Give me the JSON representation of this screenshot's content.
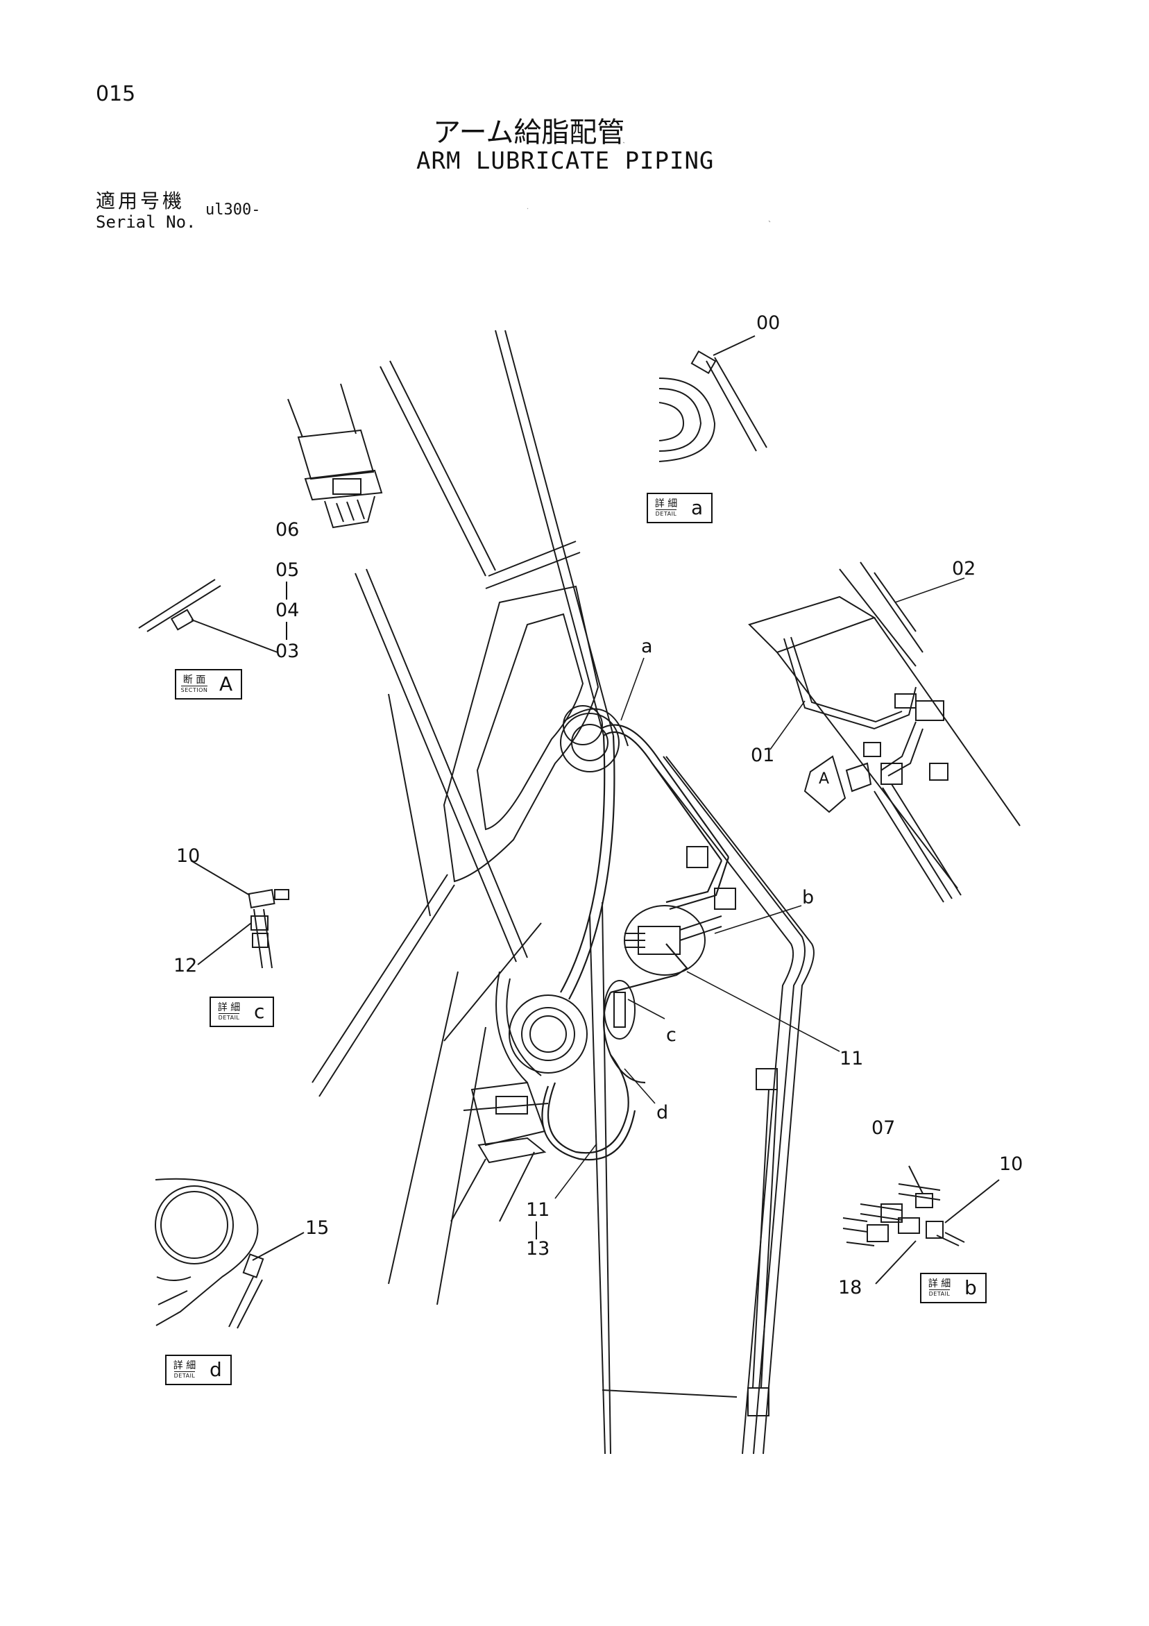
{
  "page_number": "015",
  "title_jp": "アーム給脂配管",
  "title_en": "ARM LUBRICATE PIPING",
  "serial_label_jp": "適用号機",
  "serial_label_en": "Serial No.",
  "serial_value": "ul300-",
  "callouts": {
    "c00": "00",
    "c01": "01",
    "c02": "02",
    "c03": "03",
    "c04": "04",
    "c05": "05",
    "c06": "06",
    "c07": "07",
    "c10a": "10",
    "c10b": "10",
    "c11a": "11",
    "c11b": "11",
    "c12": "12",
    "c13": "13",
    "c15": "15",
    "c18": "18",
    "pa": "a",
    "pb": "b",
    "pc": "c",
    "pd": "d"
  },
  "view_marker": "A",
  "detail_tags": [
    {
      "id": "detail-a",
      "kanji": "詳 細",
      "caption": "DETAIL",
      "letter": "a"
    },
    {
      "id": "section-a",
      "kanji": "断 面",
      "caption": "SECTION",
      "letter": "A"
    },
    {
      "id": "detail-c",
      "kanji": "詳 細",
      "caption": "DETAIL",
      "letter": "c"
    },
    {
      "id": "detail-b",
      "kanji": "詳 細",
      "caption": "DETAIL",
      "letter": "b"
    },
    {
      "id": "detail-d",
      "kanji": "詳 細",
      "caption": "DETAIL",
      "letter": "d"
    }
  ]
}
